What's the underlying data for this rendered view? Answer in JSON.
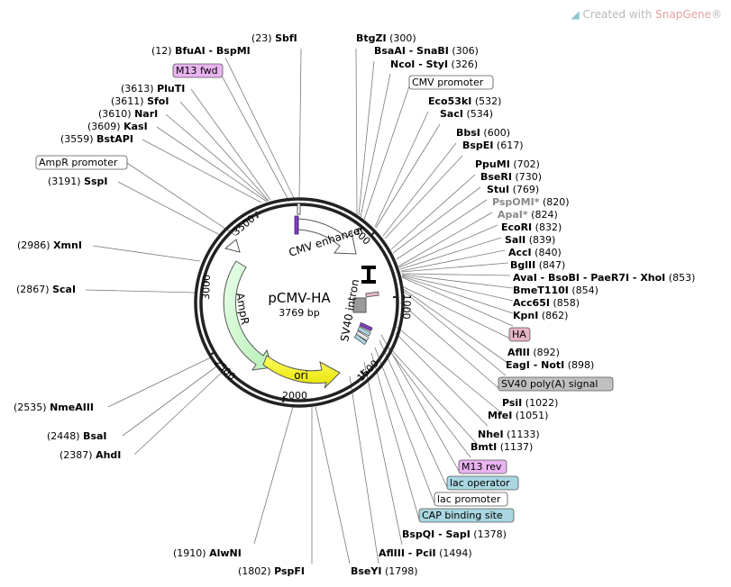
{
  "watermark": {
    "prefix": "Created with ",
    "brand": "SnapGene",
    "suffix": "®"
  },
  "plasmid": {
    "name": "pCMV-HA",
    "length_label": "3769 bp"
  },
  "ring_ticks": [
    "500",
    "1000",
    "1500",
    "2000",
    "2500",
    "3000",
    "3500"
  ],
  "features": [
    {
      "key": "cmv_enhancer",
      "label": "CMV enhancer"
    },
    {
      "key": "sv40_intron",
      "label": "SV40 intron"
    },
    {
      "key": "ampr",
      "label": "AmpR"
    },
    {
      "key": "ori",
      "label": "ori"
    }
  ],
  "sites": [
    {
      "id": "sbfi",
      "pos": "(23)",
      "name": "SbfI"
    },
    {
      "id": "bfuai",
      "pos": "(12)",
      "name": "BfuAI - BspMI"
    },
    {
      "id": "m13fwd",
      "box": "M13 fwd",
      "color": "#e9b3f0"
    },
    {
      "id": "pluti",
      "pos": "(3613)",
      "name": "PluTI"
    },
    {
      "id": "sfoi",
      "pos": "(3611)",
      "name": "SfoI"
    },
    {
      "id": "nari",
      "pos": "(3610)",
      "name": "NarI"
    },
    {
      "id": "kasi",
      "pos": "(3609)",
      "name": "KasI"
    },
    {
      "id": "bstapi",
      "pos": "(3559)",
      "name": "BstAPI"
    },
    {
      "id": "amprprom",
      "box": "AmpR promoter",
      "color": "#ffffff"
    },
    {
      "id": "sspi",
      "pos": "(3191)",
      "name": "SspI"
    },
    {
      "id": "xmni",
      "pos": "(2986)",
      "name": "XmnI"
    },
    {
      "id": "scai",
      "pos": "(2867)",
      "name": "ScaI"
    },
    {
      "id": "nmeaiii",
      "pos": "(2535)",
      "name": "NmeAIII"
    },
    {
      "id": "bsai",
      "pos": "(2448)",
      "name": "BsaI"
    },
    {
      "id": "ahdi",
      "pos": "(2387)",
      "name": "AhdI"
    },
    {
      "id": "alwni",
      "pos": "(1910)",
      "name": "AlwNI"
    },
    {
      "id": "pspfi",
      "pos": "(1802)",
      "name": "PspFI"
    },
    {
      "id": "bseyi",
      "name": "BseYI",
      "pos": "(1798)"
    },
    {
      "id": "btgzi",
      "name": "BtgZI",
      "pos": "(300)"
    },
    {
      "id": "bsaai",
      "name": "BsaAI - SnaBI",
      "pos": "(306)"
    },
    {
      "id": "ncoi",
      "name": "NcoI - StyI",
      "pos": "(326)"
    },
    {
      "id": "cmvprom",
      "box": "CMV promoter",
      "color": "#ffffff"
    },
    {
      "id": "eco53ki",
      "name": "Eco53kI",
      "pos": "(532)"
    },
    {
      "id": "saci",
      "name": "SacI",
      "pos": "(534)"
    },
    {
      "id": "bbsi",
      "name": "BbsI",
      "pos": "(600)"
    },
    {
      "id": "bspei",
      "name": "BspEI",
      "pos": "(617)"
    },
    {
      "id": "ppumi",
      "name": "PpuMI",
      "pos": "(702)"
    },
    {
      "id": "bseri",
      "name": "BseRI",
      "pos": "(730)"
    },
    {
      "id": "stui",
      "name": "StuI",
      "pos": "(769)"
    },
    {
      "id": "pspomi",
      "name": "PspOMI*",
      "pos": "(820)",
      "faded": true
    },
    {
      "id": "apai",
      "name": "ApaI*",
      "pos": "(824)",
      "faded": true
    },
    {
      "id": "ecori",
      "name": "EcoRI",
      "pos": "(832)"
    },
    {
      "id": "sali",
      "name": "SalI",
      "pos": "(839)"
    },
    {
      "id": "acci",
      "name": "AccI",
      "pos": "(840)"
    },
    {
      "id": "bglii",
      "name": "BglII",
      "pos": "(847)"
    },
    {
      "id": "avai",
      "name": "AvaI - BsoBI - PaeR7I - XhoI",
      "pos": "(853)"
    },
    {
      "id": "bmet110i",
      "name": "BmeT110I",
      "pos": "(854)"
    },
    {
      "id": "acc65i",
      "name": "Acc65I",
      "pos": "(858)"
    },
    {
      "id": "kpni",
      "name": "KpnI",
      "pos": "(862)"
    },
    {
      "id": "ha",
      "box": "HA",
      "color": "#e6b3c5"
    },
    {
      "id": "aflii",
      "name": "AflII",
      "pos": "(892)"
    },
    {
      "id": "eagi",
      "name": "EagI - NotI",
      "pos": "(898)"
    },
    {
      "id": "sv40pa",
      "box": "SV40 poly(A) signal",
      "color": "#c0c0c0"
    },
    {
      "id": "psii",
      "name": "PsiI",
      "pos": "(1022)"
    },
    {
      "id": "mfei",
      "name": "MfeI",
      "pos": "(1051)"
    },
    {
      "id": "nhei",
      "name": "NheI",
      "pos": "(1133)"
    },
    {
      "id": "bmti",
      "name": "BmtI",
      "pos": "(1137)"
    },
    {
      "id": "m13rev",
      "box": "M13 rev",
      "color": "#e9b3f0"
    },
    {
      "id": "lacop",
      "box": "lac operator",
      "color": "#a9d6e0"
    },
    {
      "id": "lacprom",
      "box": "lac promoter",
      "color": "#ffffff"
    },
    {
      "id": "cap",
      "box": "CAP binding site",
      "color": "#a9d6e0"
    },
    {
      "id": "bspqi",
      "name": "BspQI - SapI",
      "pos": "(1378)"
    },
    {
      "id": "afliii",
      "name": "AflIII - PciI",
      "pos": "(1494)"
    }
  ]
}
